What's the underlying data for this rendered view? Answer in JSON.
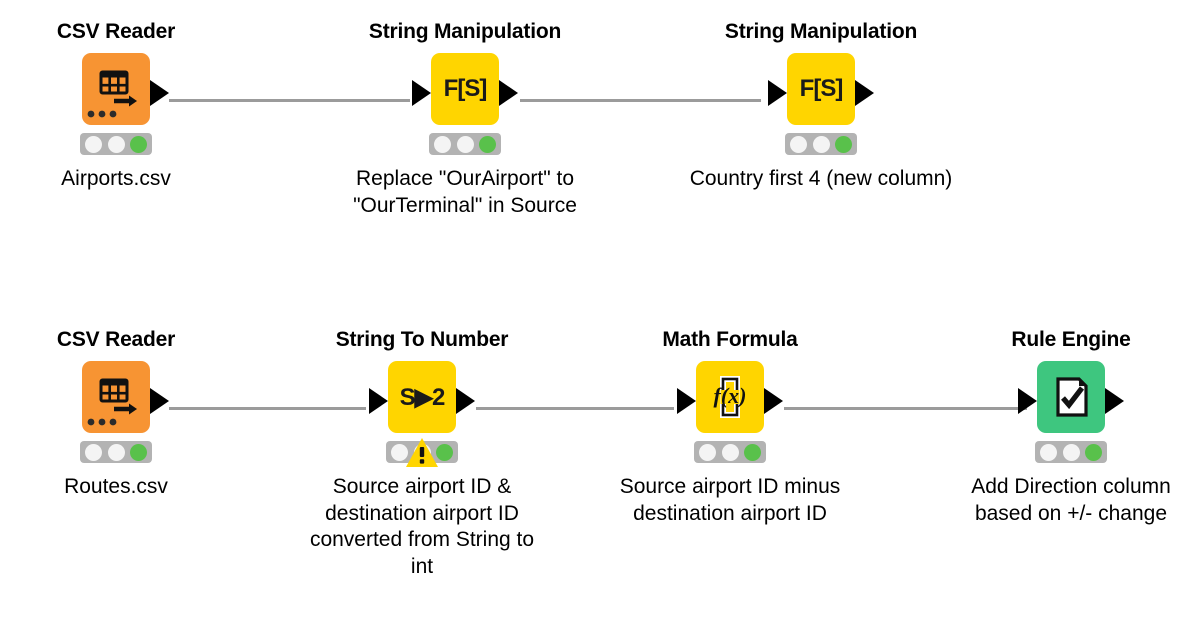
{
  "workflow": {
    "title": "KNIME workflow",
    "background_color": "#ffffff",
    "wire_color": "#9B9B9B",
    "node_colors": {
      "reader_orange": "#F79433",
      "manipulation_yellow": "#FFD500",
      "rule_green": "#3EC67F",
      "status_bar_gray": "#B3B3B3",
      "status_led_green": "#59C14B",
      "status_led_off": "#F4F4F4",
      "warning_yellow": "#FFD500"
    },
    "rows": [
      {
        "row_name": "airports-branch",
        "nodes": [
          {
            "id": "csv-reader-airports",
            "title": "CSV Reader",
            "icon": "table-arrow-icon",
            "color_key": "reader_orange",
            "description": "Airports.csv",
            "has_input_port": false,
            "has_output_port": true,
            "status": {
              "leds": [
                "off",
                "off",
                "green"
              ],
              "warning": false
            }
          },
          {
            "id": "string-manipulation-replace",
            "title": "String Manipulation",
            "icon": "f-of-s-icon",
            "glyph": "F[S]",
            "color_key": "manipulation_yellow",
            "description": "Replace \"OurAirport\" to\n\"OurTerminal\" in Source",
            "has_input_port": true,
            "has_output_port": true,
            "status": {
              "leds": [
                "off",
                "off",
                "green"
              ],
              "warning": false
            }
          },
          {
            "id": "string-manipulation-country",
            "title": "String Manipulation",
            "icon": "f-of-s-icon",
            "glyph": "F[S]",
            "color_key": "manipulation_yellow",
            "description": "Country first 4 (new column)",
            "has_input_port": true,
            "has_output_port": true,
            "status": {
              "leds": [
                "off",
                "off",
                "green"
              ],
              "warning": false
            }
          }
        ]
      },
      {
        "row_name": "routes-branch",
        "nodes": [
          {
            "id": "csv-reader-routes",
            "title": "CSV Reader",
            "icon": "table-arrow-icon",
            "color_key": "reader_orange",
            "description": "Routes.csv",
            "has_input_port": false,
            "has_output_port": true,
            "status": {
              "leds": [
                "off",
                "off",
                "green"
              ],
              "warning": false
            }
          },
          {
            "id": "string-to-number",
            "title": "String To Number",
            "icon": "s-to-2-icon",
            "glyph": "S▶2",
            "color_key": "manipulation_yellow",
            "description": "Source airport ID &\ndestination airport ID\nconverted from String to\nint",
            "has_input_port": true,
            "has_output_port": true,
            "status": {
              "leds": [
                "off",
                "warning",
                "green"
              ],
              "warning": true
            }
          },
          {
            "id": "math-formula",
            "title": "Math Formula",
            "icon": "f-of-x-icon",
            "glyph": "f(x)",
            "color_key": "manipulation_yellow",
            "description": "Source airport ID minus\ndestination airport ID",
            "has_input_port": true,
            "has_output_port": true,
            "status": {
              "leds": [
                "off",
                "off",
                "green"
              ],
              "warning": false
            }
          },
          {
            "id": "rule-engine",
            "title": "Rule Engine",
            "icon": "document-check-icon",
            "color_key": "rule_green",
            "description": "Add Direction column\nbased on +/- change",
            "has_input_port": true,
            "has_output_port": true,
            "status": {
              "leds": [
                "off",
                "off",
                "green"
              ],
              "warning": false
            }
          }
        ]
      }
    ]
  }
}
